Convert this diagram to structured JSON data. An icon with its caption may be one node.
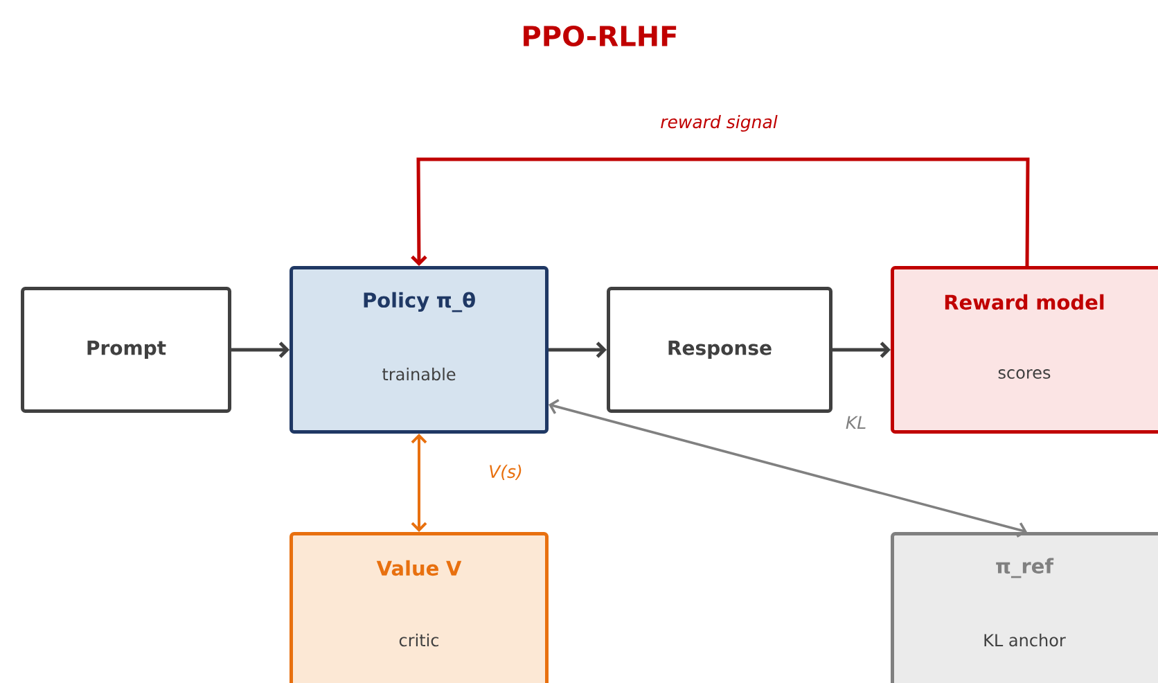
{
  "diagram": {
    "title": "PPO-RLHF",
    "nodes": [
      {
        "text": [
          "Prompt"
        ]
      },
      {
        "text": [
          "Policy π_θ",
          "trainable"
        ]
      },
      {
        "text": [
          "Response"
        ]
      },
      {
        "text": [
          "Reward model",
          "scores"
        ]
      },
      {
        "text": [
          "Value V",
          "critic"
        ]
      },
      {
        "text": [
          "π_ref",
          "KL anchor"
        ]
      }
    ],
    "edges": [
      {
        "from": 0,
        "to": 1,
        "arrow": "to"
      },
      {
        "from": 1,
        "to": 2,
        "arrow": "to"
      },
      {
        "from": 2,
        "to": 3,
        "arrow": "to"
      },
      {
        "from": 3,
        "to": 1,
        "arrow": "to",
        "label": "reward signal",
        "color": "#c00000"
      },
      {
        "from": 1,
        "to": 4,
        "arrow": "both",
        "label": "V(s)",
        "color": "#e8700f"
      },
      {
        "from": 5,
        "to": 1,
        "arrow": "both",
        "label": "KL",
        "color": "#808080"
      }
    ]
  }
}
